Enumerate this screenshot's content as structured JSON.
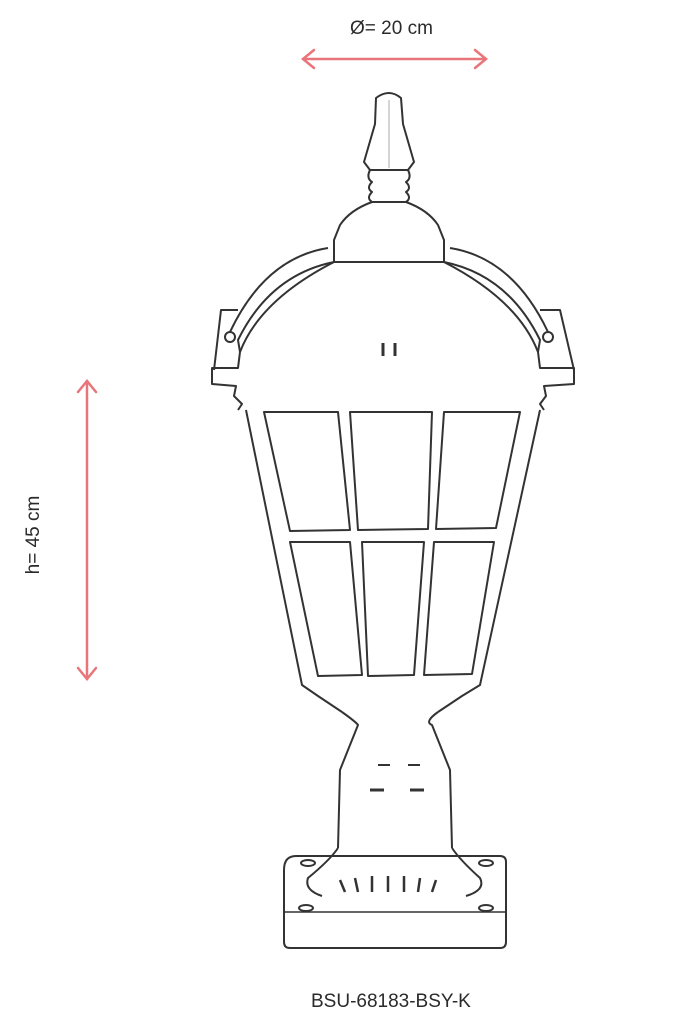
{
  "dimensions": {
    "diameter_label": "Ø= 20 cm",
    "height_label": "h= 45 cm",
    "arrow_color": "#e8757a"
  },
  "product": {
    "model_code": "BSU-68183-BSY-K",
    "description": "Garden bollard lantern line drawing: finial, domed roof, six-pane glass body, pedestal, square base"
  },
  "colors": {
    "line": "#333333",
    "background": "#ffffff"
  }
}
